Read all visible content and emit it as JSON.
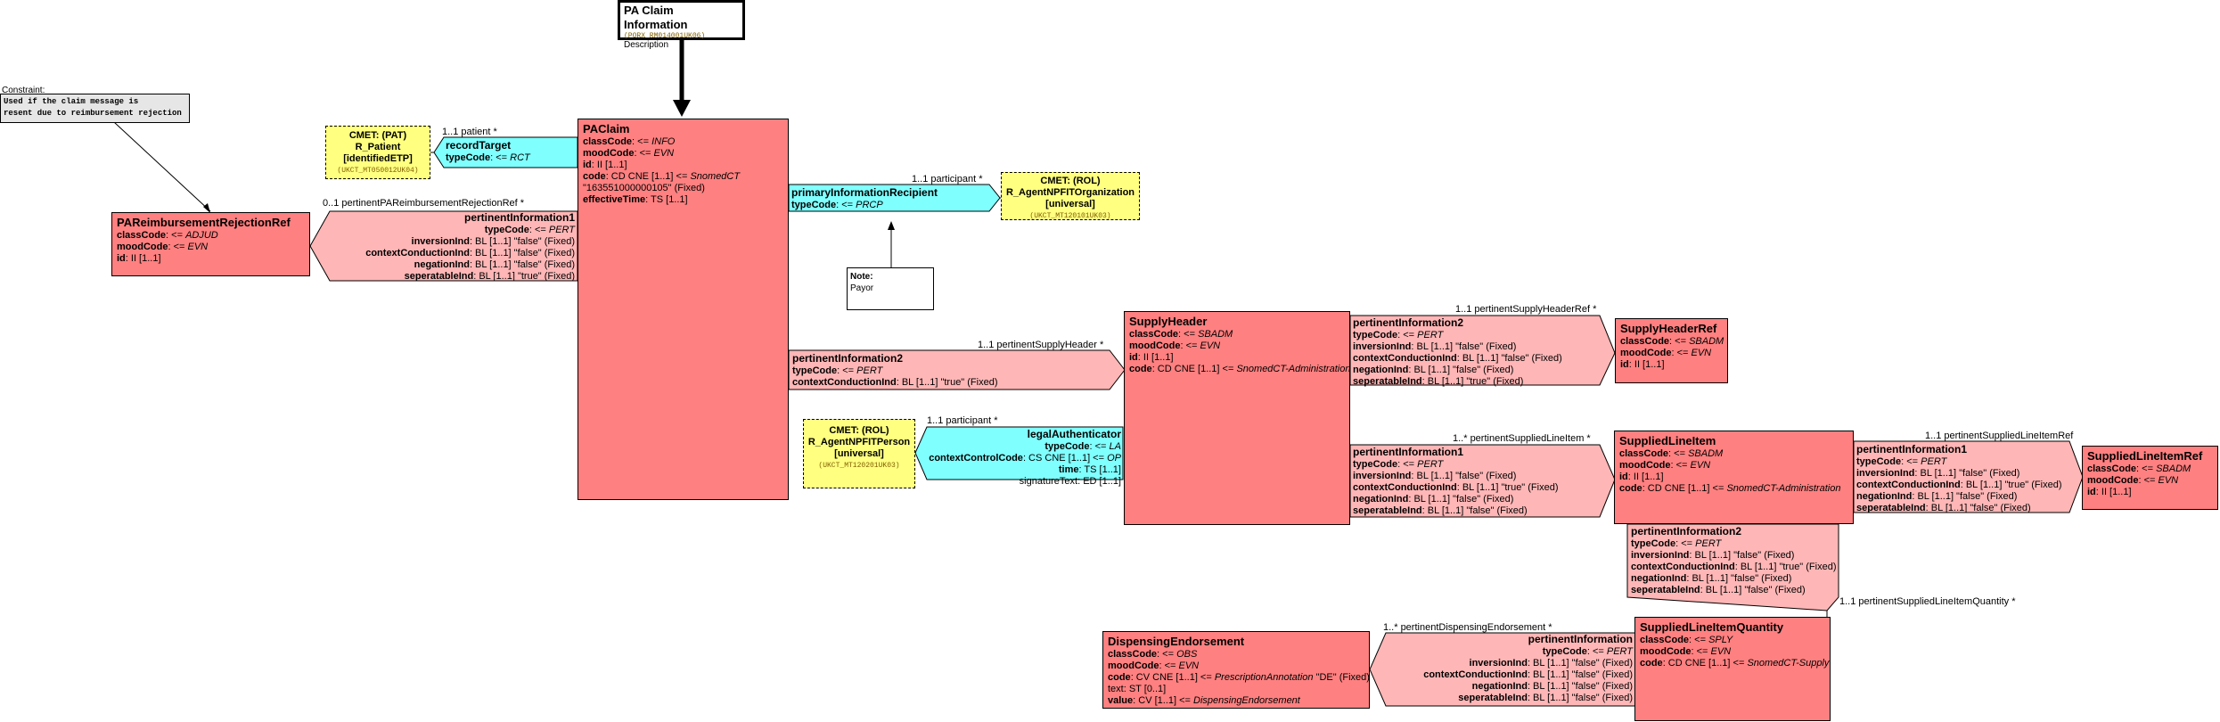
{
  "header": {
    "title": "PA Claim Information",
    "code": "(PORX_RM014001UK06)",
    "desc": "Description"
  },
  "constraint": {
    "label": "Constraint:",
    "line1": "Used if the claim message is",
    "line2": "resent due to reimbursement rejection"
  },
  "note": {
    "label": "Note:",
    "text": "Payor"
  },
  "cmet_patient": {
    "l1": "CMET: (PAT)",
    "l2": "R_Patient",
    "l3": "[identifiedETP]",
    "code": "(UKCT_MT050012UK04)"
  },
  "cmet_org": {
    "l1": "CMET: (ROL)",
    "l2": "R_AgentNPFITOrganization",
    "l3": "[universal]",
    "code": "(UKCT_MT120101UK03)"
  },
  "cmet_person": {
    "l1": "CMET: (ROL)",
    "l2": "R_AgentNPFITPerson",
    "l3": "[universal]",
    "code": "(UKCT_MT120201UK03)"
  },
  "paclaim": {
    "title": "PAClaim",
    "a1n": "classCode",
    "a1v": ": <= ",
    "a1i": "INFO",
    "a2n": "moodCode",
    "a2v": ": <= ",
    "a2i": "EVN",
    "a3n": "id",
    "a3v": ": II [1..1]",
    "a4n": "code",
    "a4v": ": CD CNE [1..1] <= ",
    "a4i": "SnomedCT",
    "a5": "\"163551000000105\" (Fixed)",
    "a6n": "effectiveTime",
    "a6v": ": TS [1..1]"
  },
  "recordTarget": {
    "mult": "1..1 patient  *",
    "title": "recordTarget",
    "a1n": "typeCode",
    "a1v": ": <= ",
    "a1i": "RCT"
  },
  "primaryRecipient": {
    "mult": "1..1 participant  *",
    "title": "primaryInformationRecipient",
    "a1n": "typeCode",
    "a1v": ": <= ",
    "a1i": "PRCP"
  },
  "legalAuth": {
    "mult": "1..1 participant  *",
    "title": "legalAuthenticator",
    "a1n": "typeCode",
    "a1v": ": <= ",
    "a1i": "LA",
    "a2n": "contextControlCode",
    "a2v": ": CS CNE [1..1] <= ",
    "a2i": "OP",
    "a3n": "time",
    "a3v": ": TS [1..1]",
    "a4n": "signatureText",
    "a4v": ": ED [1..1]"
  },
  "rejRef": {
    "title": "PAReimbursementRejectionRef",
    "a1n": "classCode",
    "a1v": ": <= ",
    "a1i": "ADJUD",
    "a2n": "moodCode",
    "a2v": ": <= ",
    "a2i": "EVN",
    "a3n": "id",
    "a3v": ": II [1..1]"
  },
  "pi1_rej": {
    "mult": "0..1 pertinentPAReimbursementRejectionRef  *",
    "title": "pertinentInformation1",
    "a1n": "typeCode",
    "a1v": ": <= ",
    "a1i": "PERT",
    "a2n": "inversionInd",
    "a2v": ": BL [1..1] \"false\" (Fixed)",
    "a3n": "contextConductionInd",
    "a3v": ": BL [1..1] \"false\" (Fixed)",
    "a4n": "negationInd",
    "a4v": ": BL [1..1] \"false\" (Fixed)",
    "a5n": "seperatableInd",
    "a5v": ": BL [1..1] \"true\" (Fixed)"
  },
  "pi2_sh": {
    "mult": "1..1 pertinentSupplyHeader  *",
    "title": "pertinentInformation2",
    "a1n": "typeCode",
    "a1v": ": <= ",
    "a1i": "PERT",
    "a2n": "contextConductionInd",
    "a2v": ": BL [1..1] \"true\" (Fixed)"
  },
  "supplyHeader": {
    "title": "SupplyHeader",
    "a1n": "classCode",
    "a1v": ": <= ",
    "a1i": "SBADM",
    "a2n": "moodCode",
    "a2v": ": <= ",
    "a2i": "EVN",
    "a3n": "id",
    "a3v": ": II [1..1]",
    "a4n": "code",
    "a4v": ": CD CNE [1..1] <= ",
    "a4i": "SnomedCT-Administration"
  },
  "pi2_shr": {
    "mult": "1..1 pertinentSupplyHeaderRef  *",
    "title": "pertinentInformation2",
    "a1n": "typeCode",
    "a1v": ": <= ",
    "a1i": "PERT",
    "a2n": "inversionInd",
    "a2v": ": BL [1..1] \"false\" (Fixed)",
    "a3n": "contextConductionInd",
    "a3v": ": BL [1..1] \"false\" (Fixed)",
    "a4n": "negationInd",
    "a4v": ": BL [1..1] \"false\" (Fixed)",
    "a5n": "seperatableInd",
    "a5v": ": BL [1..1] \"true\" (Fixed)"
  },
  "shRef": {
    "title": "SupplyHeaderRef",
    "a1n": "classCode",
    "a1v": ": <= ",
    "a1i": "SBADM",
    "a2n": "moodCode",
    "a2v": ": <= ",
    "a2i": "EVN",
    "a3n": "id",
    "a3v": ": II [1..1]"
  },
  "pi1_sli": {
    "mult": "1..* pertinentSuppliedLineItem  *",
    "title": "pertinentInformation1",
    "a1n": "typeCode",
    "a1v": ": <= ",
    "a1i": "PERT",
    "a2n": "inversionInd",
    "a2v": ": BL [1..1] \"false\" (Fixed)",
    "a3n": "contextConductionInd",
    "a3v": ": BL [1..1] \"true\" (Fixed)",
    "a4n": "negationInd",
    "a4v": ": BL [1..1] \"false\" (Fixed)",
    "a5n": "seperatableInd",
    "a5v": ": BL [1..1] \"false\" (Fixed)"
  },
  "sli": {
    "title": "SuppliedLineItem",
    "a1n": "classCode",
    "a1v": ": <= ",
    "a1i": "SBADM",
    "a2n": "moodCode",
    "a2v": ": <= ",
    "a2i": "EVN",
    "a3n": "id",
    "a3v": ": II [1..1]",
    "a4n": "code",
    "a4v": ": CD CNE [1..1] <= ",
    "a4i": "SnomedCT-Administration"
  },
  "pi1_sliRef": {
    "mult": "1..1 pertinentSuppliedLineItemRef",
    "title": "pertinentInformation1",
    "a1n": "typeCode",
    "a1v": ": <= ",
    "a1i": "PERT",
    "a2n": "inversionInd",
    "a2v": ": BL [1..1] \"false\" (Fixed)",
    "a3n": "contextConductionInd",
    "a3v": ": BL [1..1] \"true\" (Fixed)",
    "a4n": "negationInd",
    "a4v": ": BL [1..1] \"false\" (Fixed)",
    "a5n": "seperatableInd",
    "a5v": ": BL [1..1] \"false\" (Fixed)"
  },
  "sliRef": {
    "title": "SuppliedLineItemRef",
    "a1n": "classCode",
    "a1v": ": <= ",
    "a1i": "SBADM",
    "a2n": "moodCode",
    "a2v": ": <= ",
    "a2i": "EVN",
    "a3n": "id",
    "a3v": ": II [1..1]"
  },
  "pi2_qty": {
    "mult": "1..1 pertinentSuppliedLineItemQuantity  *",
    "title": "pertinentInformation2",
    "a1n": "typeCode",
    "a1v": ": <= ",
    "a1i": "PERT",
    "a2n": "inversionInd",
    "a2v": ": BL [1..1] \"false\" (Fixed)",
    "a3n": "contextConductionInd",
    "a3v": ": BL [1..1] \"true\" (Fixed)",
    "a4n": "negationInd",
    "a4v": ": BL [1..1] \"false\" (Fixed)",
    "a5n": "seperatableInd",
    "a5v": ": BL [1..1] \"false\" (Fixed)"
  },
  "sliq": {
    "title": "SuppliedLineItemQuantity",
    "a1n": "classCode",
    "a1v": ": <= ",
    "a1i": "SPLY",
    "a2n": "moodCode",
    "a2v": ": <= ",
    "a2i": "EVN",
    "a3n": "code",
    "a3v": ": CD CNE [1..1] <= ",
    "a3i": "SnomedCT-Supply"
  },
  "pi_de": {
    "mult": "1..* pertinentDispensingEndorsement  *",
    "title": "pertinentInformation",
    "a1n": "typeCode",
    "a1v": ": <= ",
    "a1i": "PERT",
    "a2n": "inversionInd",
    "a2v": ": BL [1..1] \"false\" (Fixed)",
    "a3n": "contextConductionInd",
    "a3v": ": BL [1..1] \"false\" (Fixed)",
    "a4n": "negationInd",
    "a4v": ": BL [1..1] \"false\" (Fixed)",
    "a5n": "seperatableInd",
    "a5v": ": BL [1..1] \"false\" (Fixed)"
  },
  "de": {
    "title": "DispensingEndorsement",
    "a1n": "classCode",
    "a1v": ": <= ",
    "a1i": "OBS",
    "a2n": "moodCode",
    "a2v": ": <= ",
    "a2i": "EVN",
    "a3n": "code",
    "a3v": ": CV CNE [1..1] <= ",
    "a3i": "PrescriptionAnnotation",
    "a3t": " \"DE\" (Fixed)",
    "a4n": "text",
    "a4v": ": ST [0..1]",
    "a5n": "value",
    "a5v": ": CV [1..1] <= ",
    "a5i": "DispensingEndorsement"
  },
  "colors": {
    "act": "#ff8080",
    "act_rel": "#ffb6b6",
    "participation": "#80ffff",
    "cmet": "#ffff80"
  }
}
